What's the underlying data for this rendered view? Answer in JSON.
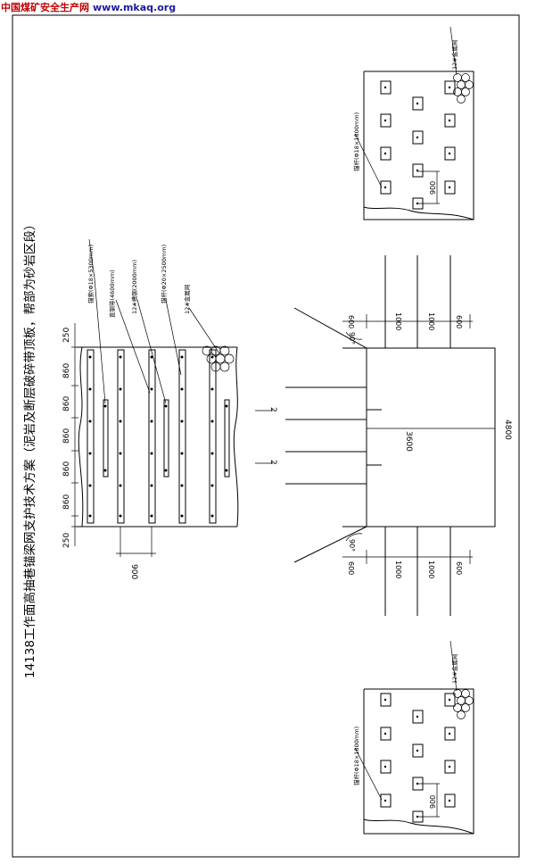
{
  "watermark": {
    "org": "中国煤矿安全生产网",
    "site": "www.mkaq.org"
  },
  "title": "14138工作面高抽巷锚梁网支护技术方案（泥岩及断层破碎带顶板，帮部为砂岩区段）",
  "plan_view": {
    "rib_spacings": [
      "250",
      "860",
      "860",
      "860",
      "860",
      "860",
      "250"
    ],
    "spacing_900": "900",
    "labels": {
      "cable": "锚索(Φ18×5300mm)",
      "steel_belt_roof": "直钢带(4600mm)",
      "steel_belt_12": "12#槽钢(2000mm)",
      "bolt": "锚杆(Φ20×2500mm)",
      "mesh": "12#金属网"
    }
  },
  "section": {
    "width": "3600",
    "height": "4800",
    "angle": "90°",
    "top_spacing": [
      "600",
      "1000",
      "1000",
      "600"
    ],
    "bottom_spacing": [
      "600",
      "1000",
      "1000",
      "600"
    ],
    "marker": "2"
  },
  "rib_views": [
    {
      "bolt_label": "锚杆(Φ18×1800mm)",
      "mesh_label": "12#金属网",
      "spacing": "900"
    },
    {
      "bolt_label": "锚杆(Φ18×1800mm)",
      "mesh_label": "12#金属网",
      "spacing": "900"
    }
  ]
}
